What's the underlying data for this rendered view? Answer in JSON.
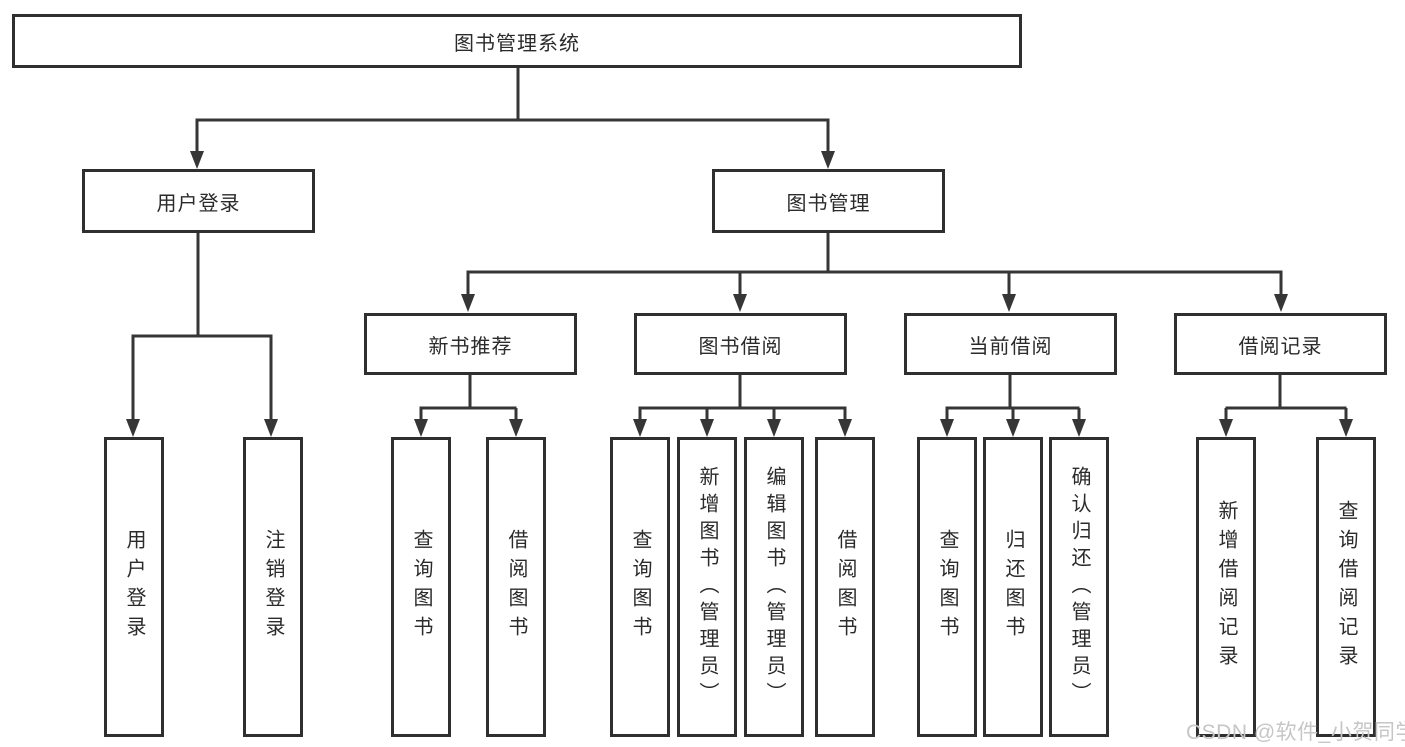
{
  "tree": {
    "root": {
      "label": "图书管理系统"
    },
    "branches": [
      {
        "label": "用户登录",
        "leaves": [
          {
            "label": "用户登录"
          },
          {
            "label": "注销登录"
          }
        ]
      },
      {
        "label": "图书管理",
        "groups": [
          {
            "label": "新书推荐",
            "leaves": [
              {
                "label": "查询图书"
              },
              {
                "label": "借阅图书"
              }
            ]
          },
          {
            "label": "图书借阅",
            "leaves": [
              {
                "label": "查询图书"
              },
              {
                "label": "新增图书（管理员）"
              },
              {
                "label": "编辑图书（管理员）"
              },
              {
                "label": "借阅图书"
              }
            ]
          },
          {
            "label": "当前借阅",
            "leaves": [
              {
                "label": "查询图书"
              },
              {
                "label": "归还图书"
              },
              {
                "label": "确认归还（管理员）"
              }
            ]
          },
          {
            "label": "借阅记录",
            "leaves": [
              {
                "label": "新增借阅记录"
              },
              {
                "label": "查询借阅记录"
              }
            ]
          }
        ]
      }
    ]
  },
  "watermark": {
    "text": "CSDN @软件_小贺同学",
    "color": "#c6c6c6"
  },
  "colors": {
    "line": "#363636",
    "box_border": "#2f2f2f",
    "box_fill": "#ffffff",
    "text": "#2b2b2b",
    "background": "#ffffff"
  }
}
